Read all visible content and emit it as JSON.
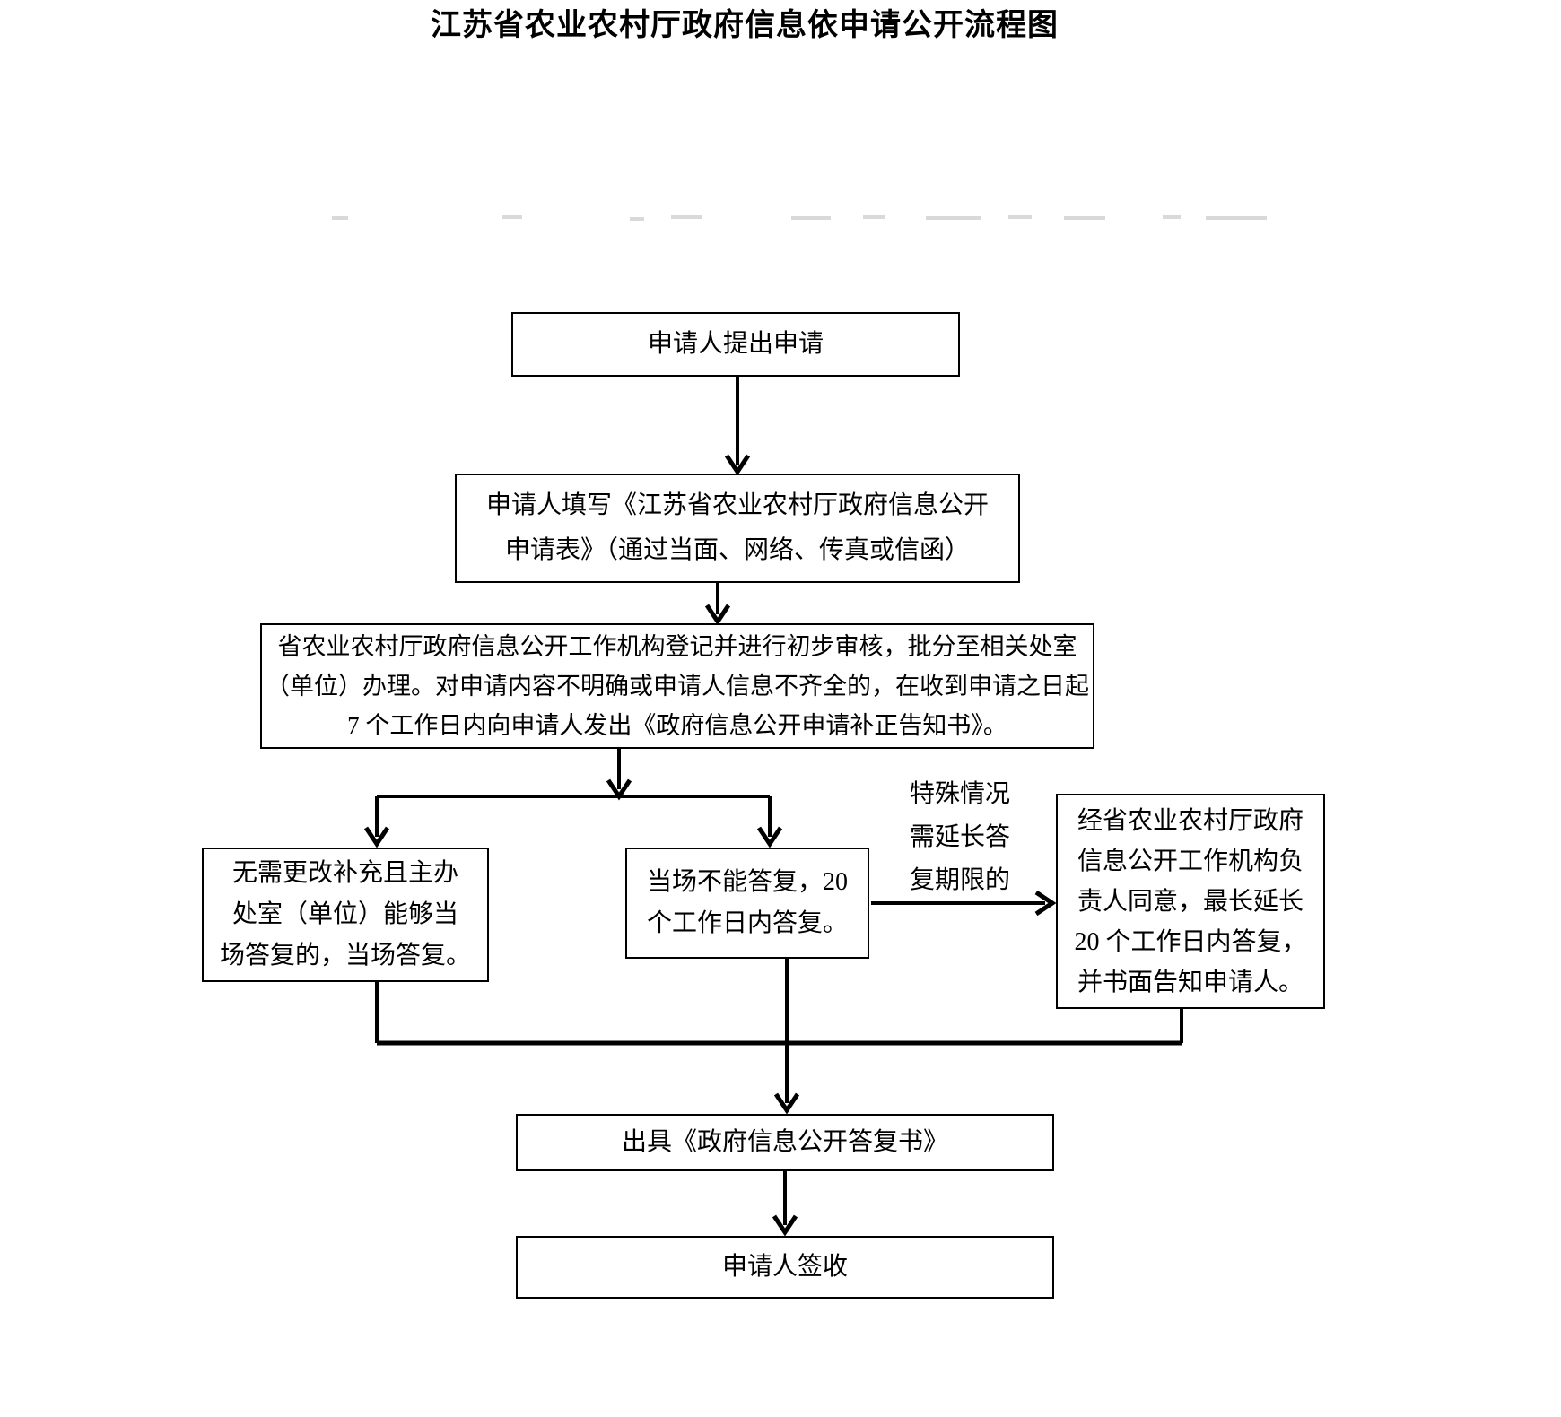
{
  "title": "江苏省农业农村厅政府信息依申请公开流程图",
  "nodes": {
    "apply": "申请人提出申请",
    "fill": "申请人填写《江苏省农业农村厅政府信息公开\n申请表》（通过当面、网络、传真或信函）",
    "register": "省农业农村厅政府信息公开工作机构登记并进行初步审核，批分至相关处室\n（单位）办理。对申请内容不明确或申请人信息不齐全的，在收到申请之日起\n7 个工作日内向申请人发出《政府信息公开申请补正告知书》。",
    "onsite": "无需更改补充且主办\n处室（单位）能够当\n场答复的，当场答复。",
    "cannot": "当场不能答复，20\n个工作日内答复。",
    "extend": "经省农业农村厅政府\n信息公开工作机构负\n责人同意，最长延长\n20 个工作日内答复，\n并书面告知申请人。",
    "issue": "出具《政府信息公开答复书》",
    "sign": "申请人签收"
  },
  "edge_labels": {
    "special": "特殊情况\n需延长答\n复期限的"
  }
}
